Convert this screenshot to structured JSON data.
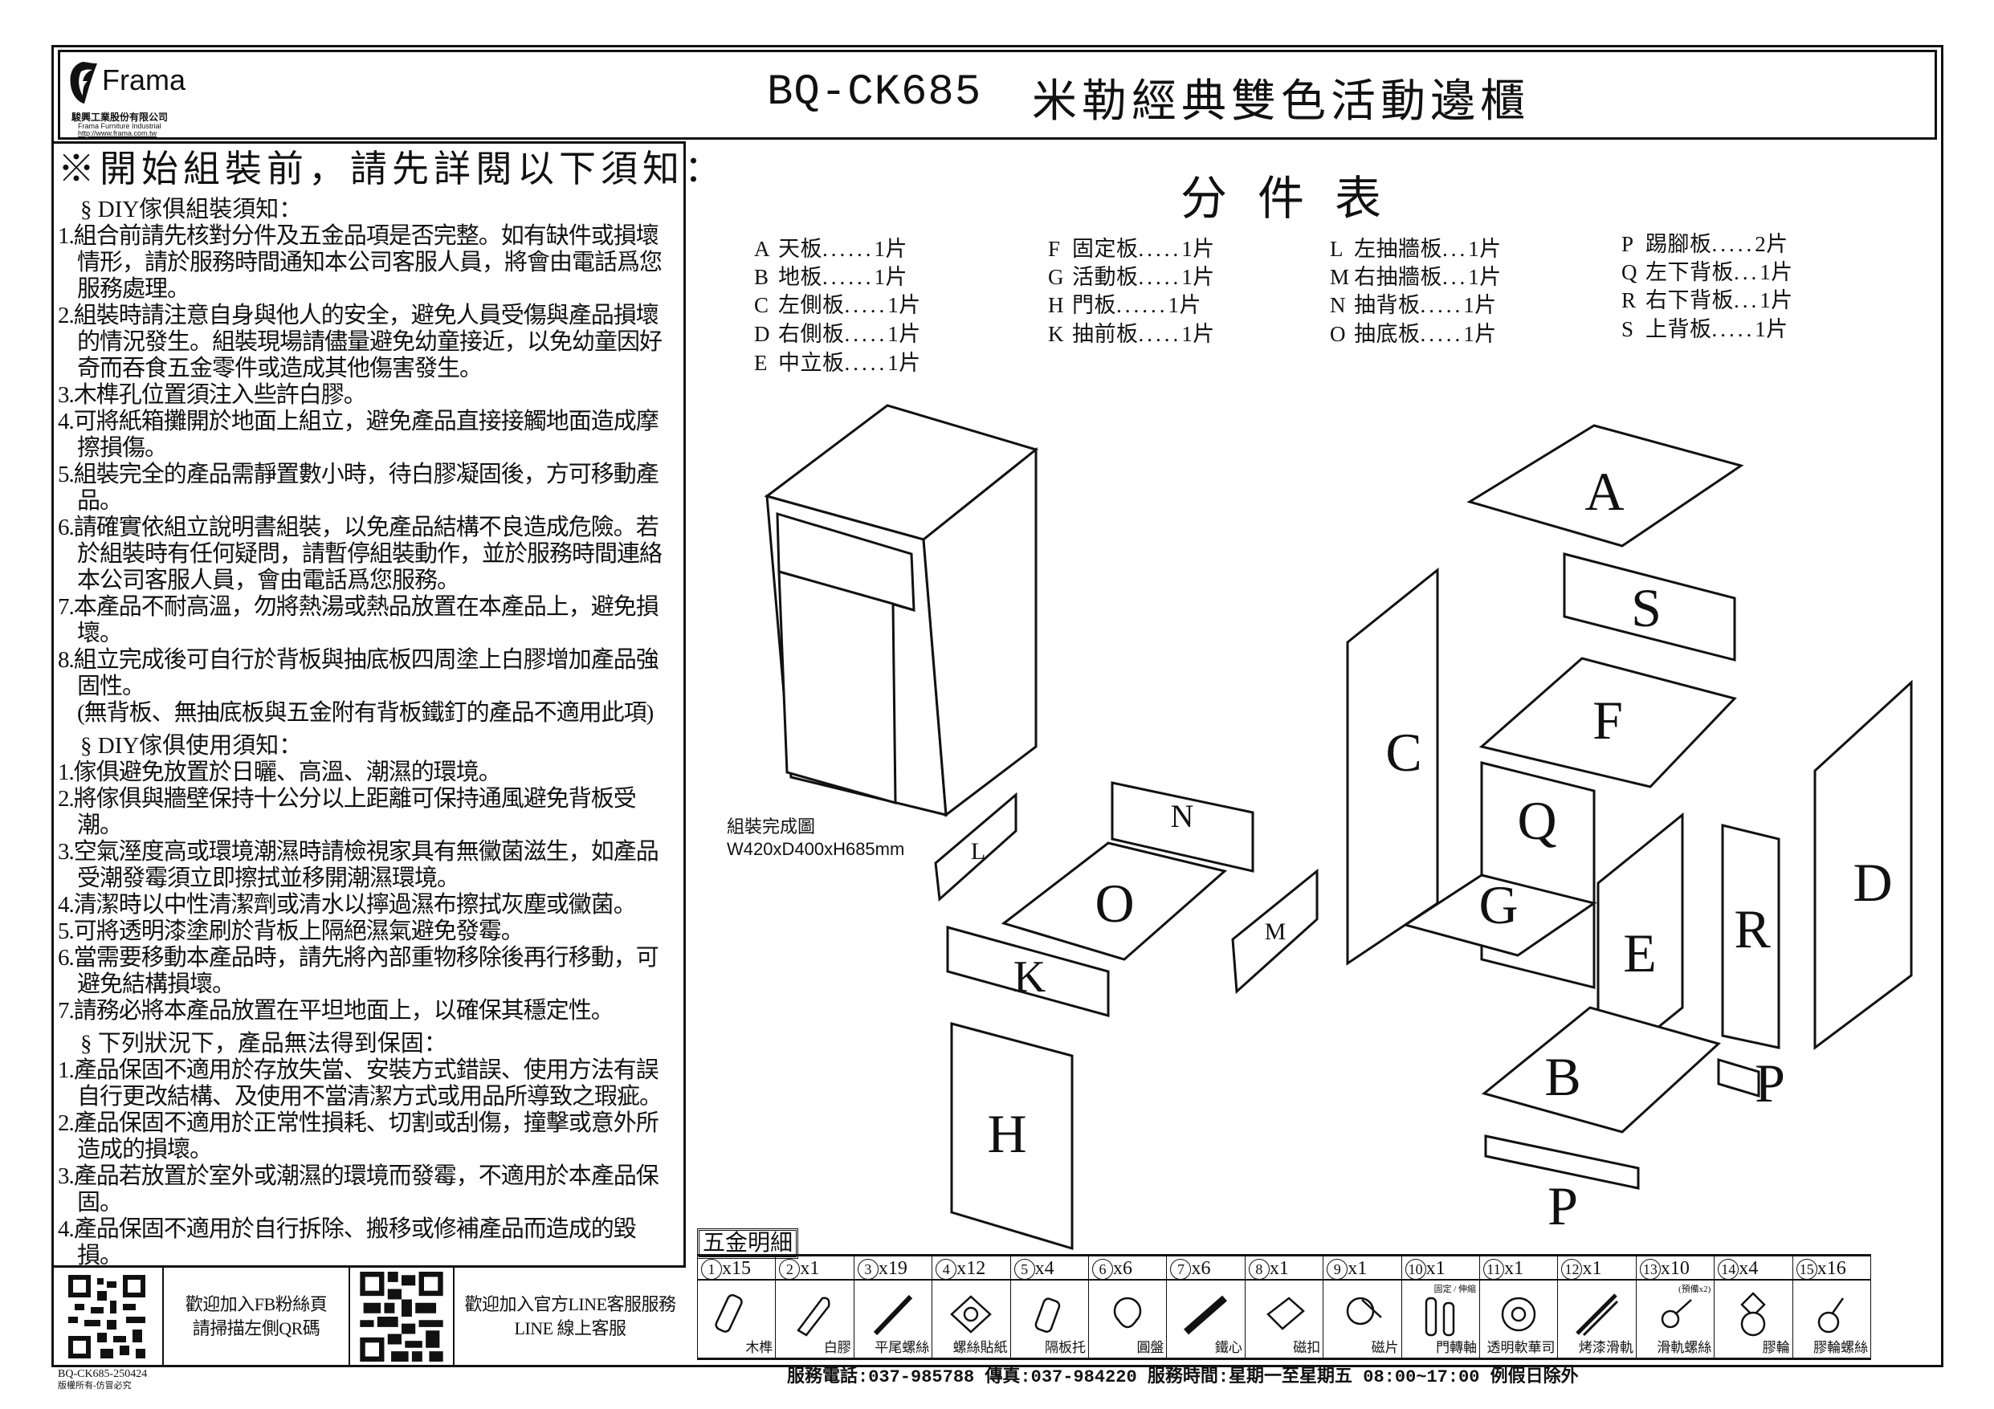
{
  "header": {
    "logo_word": "Frama",
    "logo_company_cn": "駿興工業股份有限公司",
    "logo_company_en": "Frama Furniture Industrial",
    "logo_url": "http://www.frama.com.tw",
    "model": "BQ-CK685",
    "product_name": "米勒經典雙色活動邊櫃"
  },
  "notice": {
    "title": "※開始組裝前，請先詳閱以下須知：",
    "assembly_heading": "§ DIY傢俱組裝須知：",
    "assembly_items": [
      "1.組合前請先核對分件及五金品項是否完整。如有缺件或損壞情形，請於服務時間通知本公司客服人員，將會由電話爲您服務處理。",
      "2.組裝時請注意自身與他人的安全，避免人員受傷與產品損壞的情況發生。組裝現場請儘量避免幼童接近，以免幼童因好奇而吞食五金零件或造成其他傷害發生。",
      "3.木榫孔位置須注入些許白膠。",
      "4.可將紙箱攤開於地面上組立，避免產品直接接觸地面造成摩擦損傷。",
      "5.組裝完全的產品需靜置數小時，待白膠凝固後，方可移動產品。",
      "6.請確實依組立說明書組裝，以免產品結構不良造成危險。若於組裝時有任何疑問，請暫停組裝動作，並於服務時間連絡本公司客服人員，會由電話爲您服務。",
      "7.本產品不耐高溫，勿將熱湯或熱品放置在本產品上，避免損壞。",
      "8.組立完成後可自行於背板與抽底板四周塗上白膠增加產品強固性。"
    ],
    "assembly_note": "(無背板、無抽底板與五金附有背板鐵釘的產品不適用此項)",
    "usage_heading": "§ DIY傢俱使用須知：",
    "usage_items": [
      "1.傢俱避免放置於日曬、高溫、潮濕的環境。",
      "2.將傢俱與牆壁保持十公分以上距離可保持通風避免背板受潮。",
      "3.空氣溼度高或環境潮濕時請檢視家具有無黴菌滋生，如產品受潮發霉須立即擦拭並移開潮濕環境。",
      "4.清潔時以中性清潔劑或清水以擰過濕布擦拭灰塵或黴菌。",
      "5.可將透明漆塗刷於背板上隔絕濕氣避免發霉。",
      "6.當需要移動本產品時，請先將內部重物移除後再行移動，可避免結構損壞。",
      "7.請務必將本產品放置在平坦地面上，以確保其穩定性。"
    ],
    "warranty_heading": "§ 下列狀況下，產品無法得到保固：",
    "warranty_items": [
      "1.產品保固不適用於存放失當、安裝方式錯誤、使用方法有誤自行更改結構、及使用不當清潔方式或用品所導致之瑕疵。",
      "2.產品保固不適用於正常性損耗、切割或刮傷，撞擊或意外所造成的損壞。",
      "3.產品若放置於室外或潮濕的環境而發霉，不適用於本產品保固。",
      "4.產品保固不適用於自行拆除、搬移或修補產品而造成的毀損。"
    ]
  },
  "qr": {
    "fb_line1": "歡迎加入FB粉絲頁",
    "fb_line2": "請掃描左側QR碼",
    "line_line1": "歡迎加入官方LINE客服服務",
    "line_line2": "LINE 線上客服"
  },
  "doc": {
    "id": "BQ-CK685-250424",
    "copyright": "版權所有-仿冒必究"
  },
  "parts": {
    "title": "分件表",
    "items": [
      {
        "letter": "A",
        "name": "天板",
        "dots": "......",
        "qty": "1片"
      },
      {
        "letter": "B",
        "name": "地板",
        "dots": "......",
        "qty": "1片"
      },
      {
        "letter": "C",
        "name": "左側板",
        "dots": ".....",
        "qty": "1片"
      },
      {
        "letter": "D",
        "name": "右側板",
        "dots": ".....",
        "qty": "1片"
      },
      {
        "letter": "E",
        "name": "中立板",
        "dots": ".....",
        "qty": "1片"
      },
      {
        "letter": "F",
        "name": "固定板",
        "dots": ".....",
        "qty": "1片"
      },
      {
        "letter": "G",
        "name": "活動板",
        "dots": ".....",
        "qty": "1片"
      },
      {
        "letter": "H",
        "name": "門板",
        "dots": "......",
        "qty": "1片"
      },
      {
        "letter": "K",
        "name": "抽前板",
        "dots": ".....",
        "qty": "1片"
      },
      {
        "letter": "L",
        "name": "左抽牆板",
        "dots": "...",
        "qty": "1片"
      },
      {
        "letter": "M",
        "name": "右抽牆板",
        "dots": "...",
        "qty": "1片"
      },
      {
        "letter": "N",
        "name": "抽背板",
        "dots": ".....",
        "qty": "1片"
      },
      {
        "letter": "O",
        "name": "抽底板",
        "dots": ".....",
        "qty": "1片"
      },
      {
        "letter": "P",
        "name": "踢腳板",
        "dots": ".....",
        "qty": "2片"
      },
      {
        "letter": "Q",
        "name": "左下背板",
        "dots": "...",
        "qty": "1片"
      },
      {
        "letter": "R",
        "name": "右下背板",
        "dots": "...",
        "qty": "1片"
      },
      {
        "letter": "S",
        "name": "上背板",
        "dots": ".....",
        "qty": "1片"
      }
    ]
  },
  "assembled": {
    "label": "組裝完成圖",
    "dimensions": "W420xD400xH685mm"
  },
  "hardware": {
    "label": "五金明細",
    "items": [
      {
        "num": "1",
        "qty": "x15",
        "name": "木榫"
      },
      {
        "num": "2",
        "qty": "x1",
        "name": "白膠"
      },
      {
        "num": "3",
        "qty": "x19",
        "name": "平尾螺絲"
      },
      {
        "num": "4",
        "qty": "x12",
        "name": "螺絲貼紙"
      },
      {
        "num": "5",
        "qty": "x4",
        "name": "隔板托"
      },
      {
        "num": "6",
        "qty": "x6",
        "name": "圓盤"
      },
      {
        "num": "7",
        "qty": "x6",
        "name": "鐵心"
      },
      {
        "num": "8",
        "qty": "x1",
        "name": "磁扣"
      },
      {
        "num": "9",
        "qty": "x1",
        "name": "磁片"
      },
      {
        "num": "10",
        "qty": "x1",
        "name": "門轉軸",
        "extra": "固定 / 伸縮"
      },
      {
        "num": "11",
        "qty": "x1",
        "name": "透明軟華司"
      },
      {
        "num": "12",
        "qty": "x1",
        "name": "烤漆滑軌"
      },
      {
        "num": "13",
        "qty": "x10",
        "name": "滑軌螺絲",
        "extra": "(預備x2)"
      },
      {
        "num": "14",
        "qty": "x4",
        "name": "膠輪"
      },
      {
        "num": "15",
        "qty": "x16",
        "name": "膠輪螺絲"
      }
    ]
  },
  "service": "服務電話:037-985788   傳真:037-984220  服務時間:星期一至星期五 08:00~17:00 例假日除外"
}
